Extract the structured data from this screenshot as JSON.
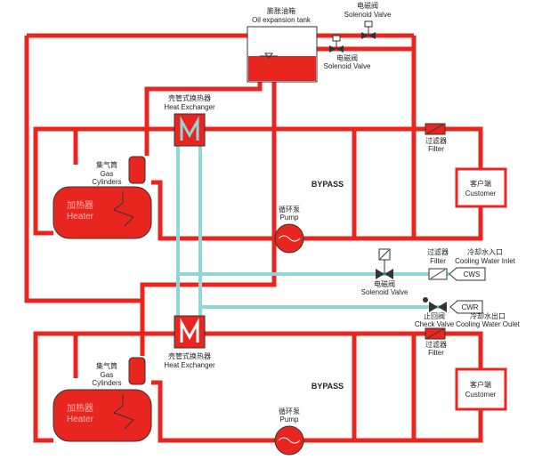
{
  "colors": {
    "hot_pipe": "#e8261f",
    "cooling_pipe": "#8fd6d6",
    "boiler_fill": "#e8261f",
    "box_border": "#333333"
  },
  "oil_tank": {
    "cn": "膨胀油箱",
    "en": "Oil expansion tank"
  },
  "solenoid_valve_top": {
    "cn": "电磁阀",
    "en": "Solenoid Valve"
  },
  "solenoid_valve_tank": {
    "cn": "电磁阀",
    "en": "Solenoid Valve"
  },
  "heat_exchanger_top": {
    "cn": "壳管式换热器",
    "en": "Heat Exchanger"
  },
  "heat_exchanger_bottom": {
    "cn": "壳管式换热器",
    "en": "Heat Exchanger"
  },
  "gas_cylinders_top": {
    "cn": "集气筒",
    "en1": "Gas",
    "en2": "Cylinders"
  },
  "gas_cylinders_bottom": {
    "cn": "集气筒",
    "en1": "Gas",
    "en2": "Cylinders"
  },
  "boiler_top": {
    "cn": "加热器",
    "en": "Heater"
  },
  "boiler_bottom": {
    "cn": "加热器",
    "en": "Heater"
  },
  "bypass_top": "BYPASS",
  "bypass_bottom": "BYPASS",
  "pump_top": {
    "cn": "循环泵",
    "en": "Pump"
  },
  "pump_bottom": {
    "cn": "循环泵",
    "en": "Pump"
  },
  "filter_top": {
    "cn": "过滤器",
    "en": "Filter"
  },
  "filter_bottom": {
    "cn": "过滤器",
    "en": "Filter"
  },
  "filter_cooling": {
    "cn": "过滤器",
    "en": "Filter"
  },
  "customer_top": {
    "cn": "客户端",
    "en": "Customer"
  },
  "customer_bottom": {
    "cn": "客户端",
    "en": "Customer"
  },
  "cooling_inlet": {
    "cn": "冷却水入口",
    "en": "Cooling Water Inlet",
    "tag": "CWS"
  },
  "cooling_outlet": {
    "cn": "冷却水出口",
    "en": "Cooling Water Oulet",
    "tag": "CWR"
  },
  "solenoid_valve_cooling": {
    "cn": "电磁阀",
    "en": "Solenoid Valve"
  },
  "check_valve": {
    "cn": "止回阀",
    "en": "Check Valve"
  }
}
